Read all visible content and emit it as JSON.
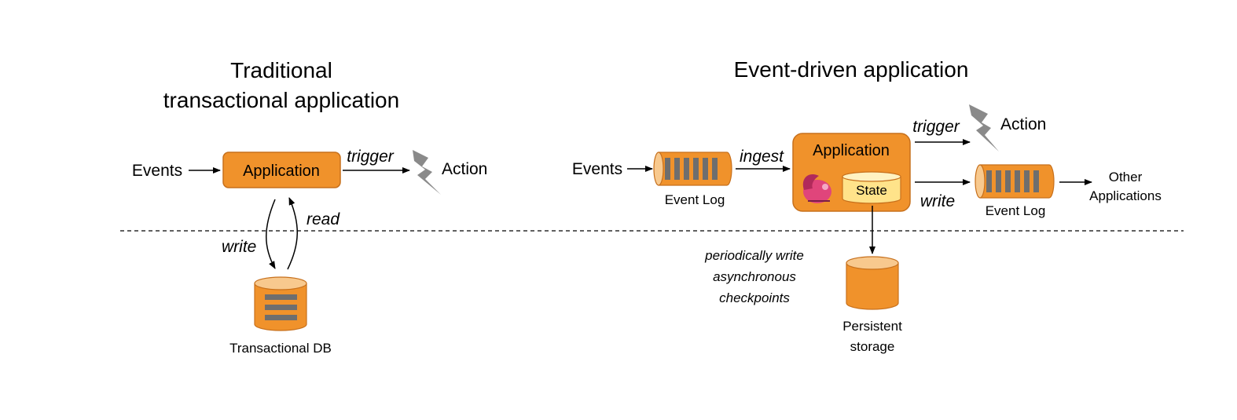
{
  "left": {
    "title_line1": "Traditional",
    "title_line2": "transactional application",
    "events_label": "Events",
    "application_label": "Application",
    "trigger_label": "trigger",
    "action_label": "Action",
    "read_label": "read",
    "write_label": "write",
    "db_label": "Transactional DB"
  },
  "right": {
    "title": "Event-driven application",
    "events_label": "Events",
    "event_log_in_label": "Event Log",
    "ingest_label": "ingest",
    "application_label": "Application",
    "state_label": "State",
    "trigger_label": "trigger",
    "action_label": "Action",
    "write_label": "write",
    "event_log_out_label": "Event Log",
    "other_apps_line1": "Other",
    "other_apps_line2": "Applications",
    "checkpoint_line1": "periodically write",
    "checkpoint_line2": "asynchronous",
    "checkpoint_line3": "checkpoints",
    "storage_line1": "Persistent",
    "storage_line2": "storage"
  },
  "colors": {
    "orange": "#F0922B",
    "orange_dark": "#C7701C",
    "orange_light": "#F8C98E",
    "state_yellow": "#FFE38A",
    "stripe_gray": "#6E6E6E",
    "bolt_gray": "#8A8A8A"
  },
  "icons": [
    "lightning-bolt-icon",
    "database-icon",
    "event-log-icon",
    "flink-squirrel-icon",
    "cylinder-icon"
  ]
}
